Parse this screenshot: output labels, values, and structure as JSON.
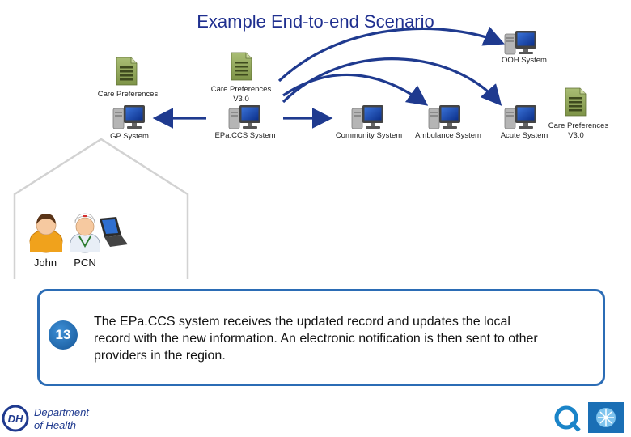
{
  "title": "Example End-to-end Scenario",
  "nodes": {
    "ooh": "OOH System",
    "care_pref_left": "Care Preferences",
    "care_pref_center": [
      "Care Preferences",
      "V3.0"
    ],
    "gp": "GP System",
    "epaccs": "EPa.CCS System",
    "community": "Community System",
    "ambulance": "Ambulance System",
    "acute": "Acute System",
    "care_pref_right": [
      "Care Preferences",
      "V3.0"
    ]
  },
  "people": {
    "john": "John",
    "pcn": "PCN"
  },
  "step": {
    "number": "13",
    "lines": [
      "The EPa.CCS system receives the updated record and updates the local",
      "record with the new information. An electronic notification is then sent to other",
      "providers in the region."
    ]
  },
  "footer": {
    "logo_left": [
      "Department",
      "of Health"
    ],
    "logo_left_mark": "DH"
  },
  "colors": {
    "title": "#1f2f8f",
    "arrow": "#1f3a8f",
    "box_border": "#2b6cb5",
    "document": "#8fa65a"
  },
  "icons": [
    "document-icon",
    "computer-icon",
    "person-icon",
    "doctor-icon",
    "laptop-icon",
    "house-outline",
    "dh-logo",
    "q-logo"
  ]
}
